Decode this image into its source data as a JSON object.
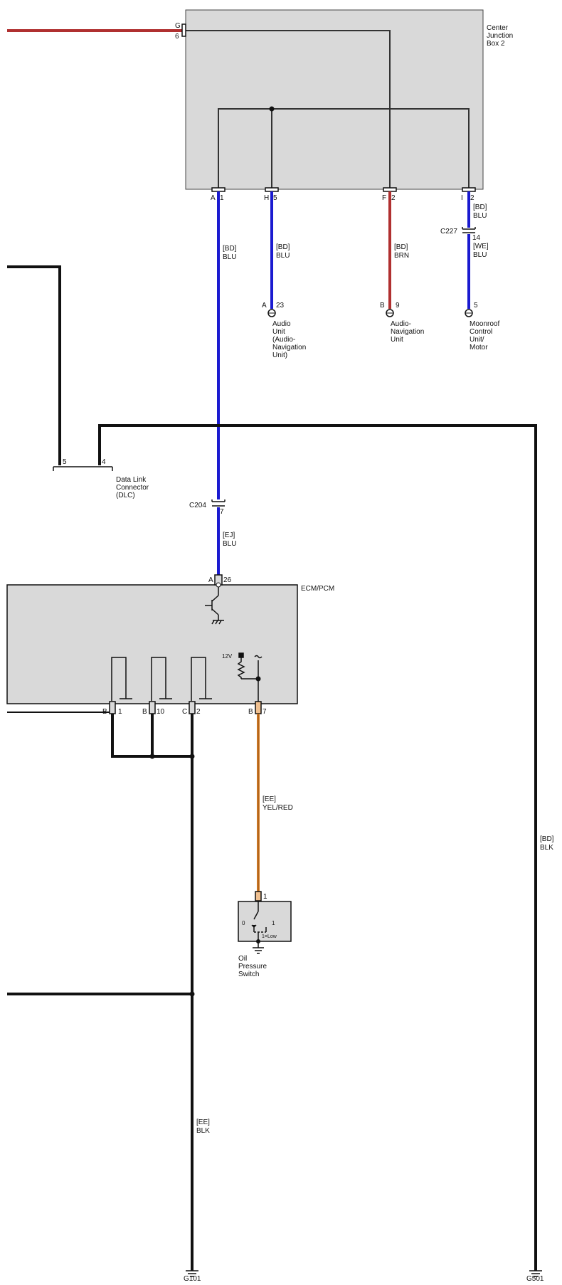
{
  "colors": {
    "background": "#ffffff",
    "box_fill": "#d9d9d9",
    "box_stroke": "#444444",
    "wire_black": "#111111",
    "wire_blue": "#1a1ad0",
    "wire_red": "#b03030",
    "wire_orange": "#d9822b"
  },
  "center_junction_box": {
    "label": [
      "Center",
      "Junction",
      "Box 2"
    ],
    "pin_g": {
      "connector": "G",
      "pin": "6"
    },
    "pin_a": {
      "connector": "A",
      "pin": "1"
    },
    "pin_h": {
      "connector": "H",
      "pin": "5"
    },
    "pin_f": {
      "connector": "F",
      "pin": "2"
    },
    "pin_i": {
      "connector": "I",
      "pin": "2"
    }
  },
  "wires": {
    "a1": {
      "code": "[BD]",
      "color": "BLU"
    },
    "h5": {
      "code": "[BD]",
      "color": "BLU"
    },
    "f2": {
      "code": "[BD]",
      "color": "BRN"
    },
    "i2_upper": {
      "code": "[BD]",
      "color": "BLU"
    },
    "i2_lower": {
      "code": "[WE]",
      "color": "BLU"
    },
    "ecm_lower": {
      "code": "[EJ]",
      "color": "BLU"
    },
    "oil": {
      "code": "[EE]",
      "color": "YEL/RED"
    },
    "ground_left": {
      "code": "[EE]",
      "color": "BLK"
    },
    "ground_right": {
      "code": "[BD]",
      "color": "BLK"
    }
  },
  "components": {
    "audio_unit": {
      "connector": "A",
      "pin": "23",
      "label": [
        "Audio",
        "Unit",
        "(Audio-",
        "Navigation",
        "Unit)"
      ]
    },
    "audio_nav_unit": {
      "connector": "B",
      "pin": "9",
      "label": [
        "Audio-",
        "Navigation",
        "Unit"
      ]
    },
    "moonroof": {
      "pin": "5",
      "label": [
        "Moonroof",
        "Control",
        "Unit/",
        "Motor"
      ]
    },
    "dlc": {
      "pin_left": "5",
      "pin_right": "4",
      "label": [
        "Data Link",
        "Connector",
        "(DLC)"
      ]
    },
    "ecm": {
      "label": "ECM/PCM",
      "pin_top": {
        "connector": "A",
        "pin": "26"
      },
      "pin_b1": {
        "connector": "B",
        "pin": "1"
      },
      "pin_b10": {
        "connector": "B",
        "pin": "10"
      },
      "pin_c2": {
        "connector": "C",
        "pin": "2"
      },
      "pin_b7": {
        "connector": "B",
        "pin": "7"
      },
      "voltage": "12V"
    },
    "oil_switch": {
      "pin": "1",
      "state0": "0",
      "state1": "1",
      "legend": "1=Low",
      "label": [
        "Oil",
        "Pressure",
        "Switch"
      ]
    }
  },
  "connectors": {
    "c227": {
      "name": "C227",
      "pin": "14"
    },
    "c204": {
      "name": "C204",
      "pin": "7"
    }
  },
  "grounds": {
    "g101": "G101",
    "g501": "G501"
  }
}
